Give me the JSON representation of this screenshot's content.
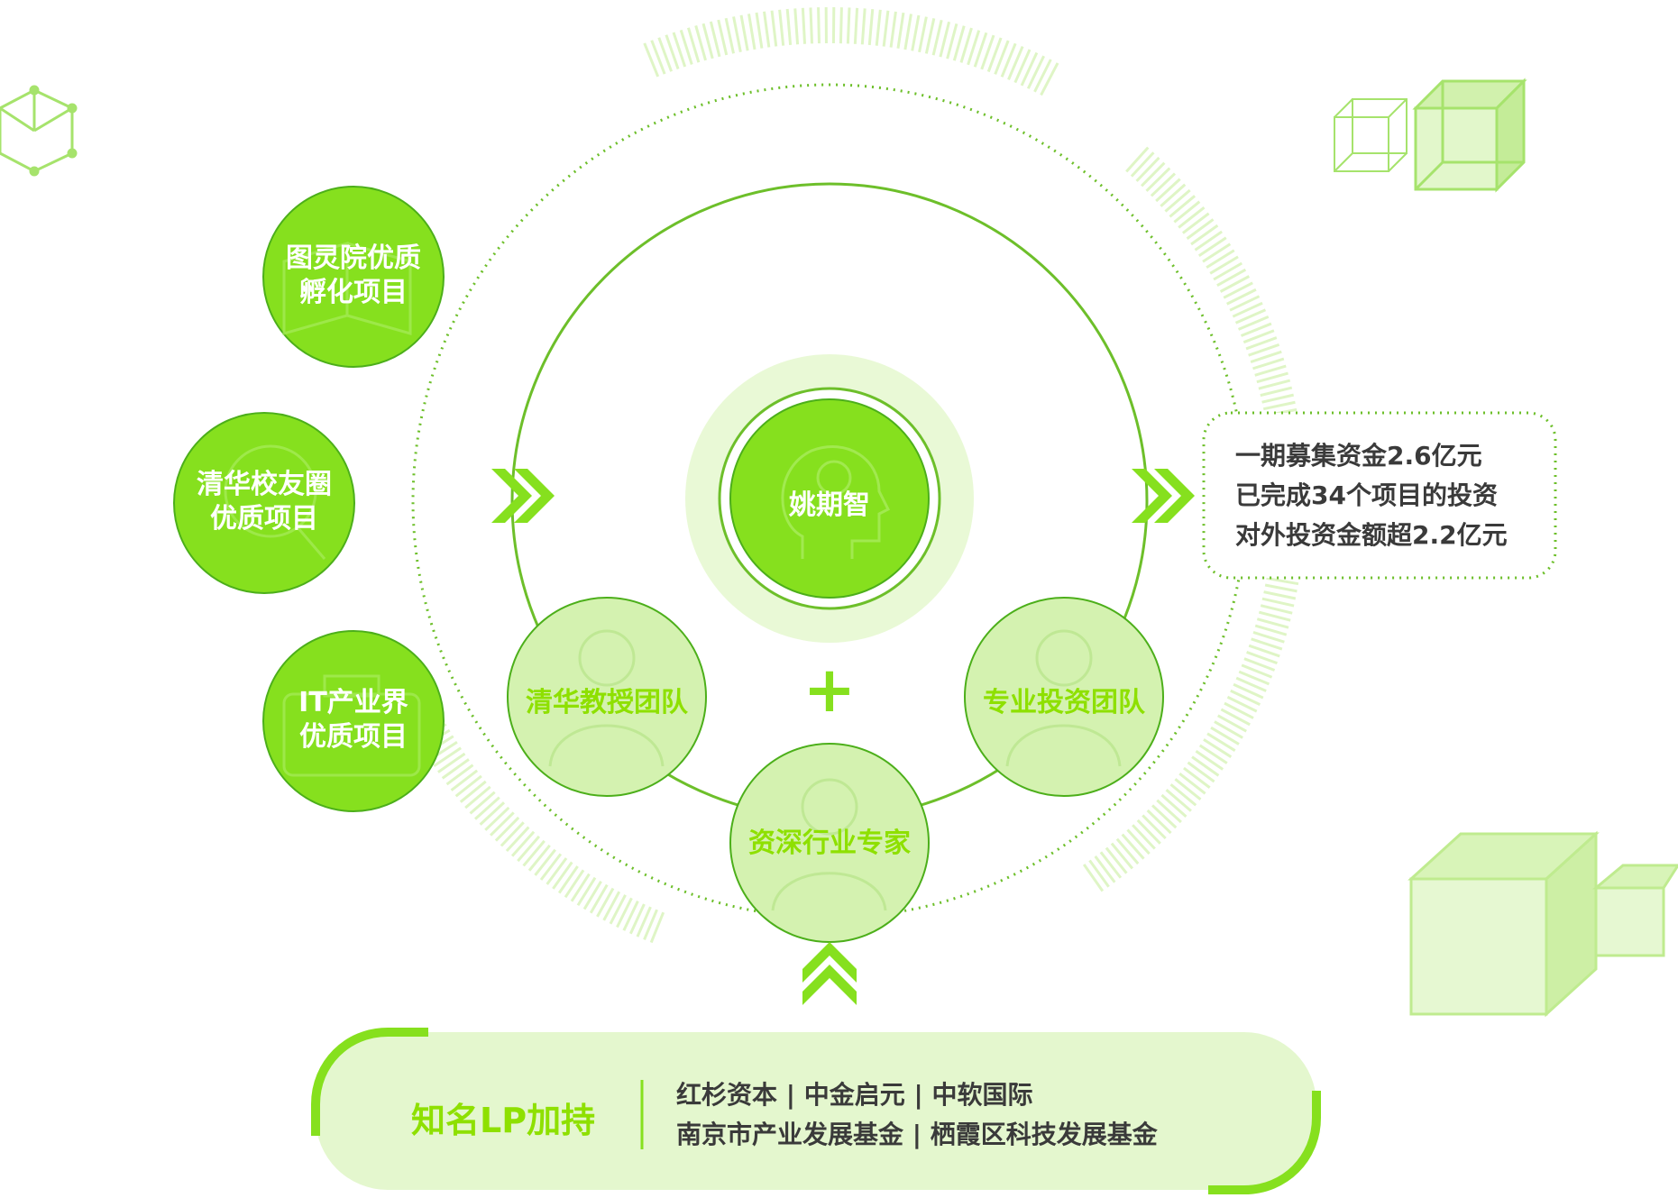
{
  "left_projects": [
    {
      "line1": "图灵院优质",
      "line2": "孵化项目"
    },
    {
      "line1": "清华校友圈",
      "line2": "优质项目"
    },
    {
      "line1": "IT产业界",
      "line2": "优质项目"
    }
  ],
  "center": {
    "name": "姚期智"
  },
  "teams": {
    "left": "清华教授团队",
    "right": "专业投资团队",
    "bottom": "资深行业专家",
    "plus": "+"
  },
  "fund_info": {
    "line1": "一期募集资金2.6亿元",
    "line2": "已完成34个项目的投资",
    "line3": "对外投资金额超2.2亿元"
  },
  "lp": {
    "title": "知名LP加持",
    "line1": "红杉资本 | 中金启元 | 中软国际",
    "line2": "南京市产业发展基金 | 栖霞区科技发展基金"
  },
  "colors": {
    "primary_green": "#86e01e",
    "light_green": "#d4f2b0",
    "outline_green": "#4caf1a",
    "text_dark": "#3a3a3a"
  }
}
